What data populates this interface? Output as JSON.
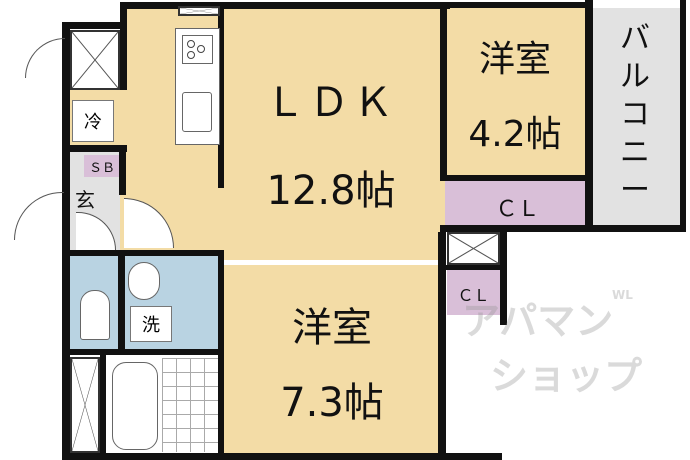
{
  "rooms": {
    "ldk": {
      "name": "ＬＤＫ",
      "size": "12.8帖"
    },
    "western1": {
      "name": "洋室",
      "size": "4.2帖"
    },
    "western2": {
      "name": "洋室",
      "size": "7.3帖"
    },
    "balcony": {
      "name": "バルコニー"
    },
    "closet1": {
      "name": "ＣＬ"
    },
    "closet2": {
      "name": "ＣＬ"
    },
    "shoe_box": {
      "name": "ＳＢ"
    },
    "entrance": {
      "name": "玄"
    },
    "fridge": {
      "name": "冷"
    },
    "washer": {
      "name": "洗"
    }
  },
  "watermark": {
    "line1": "アパマン",
    "line2": "ショップ",
    "mark": "WL"
  },
  "colors": {
    "room": "#f3dca6",
    "closet": "#d9bfd8",
    "wet": "#b9d3e2",
    "balcony": "#e2e2e2",
    "wall": "#111111"
  }
}
